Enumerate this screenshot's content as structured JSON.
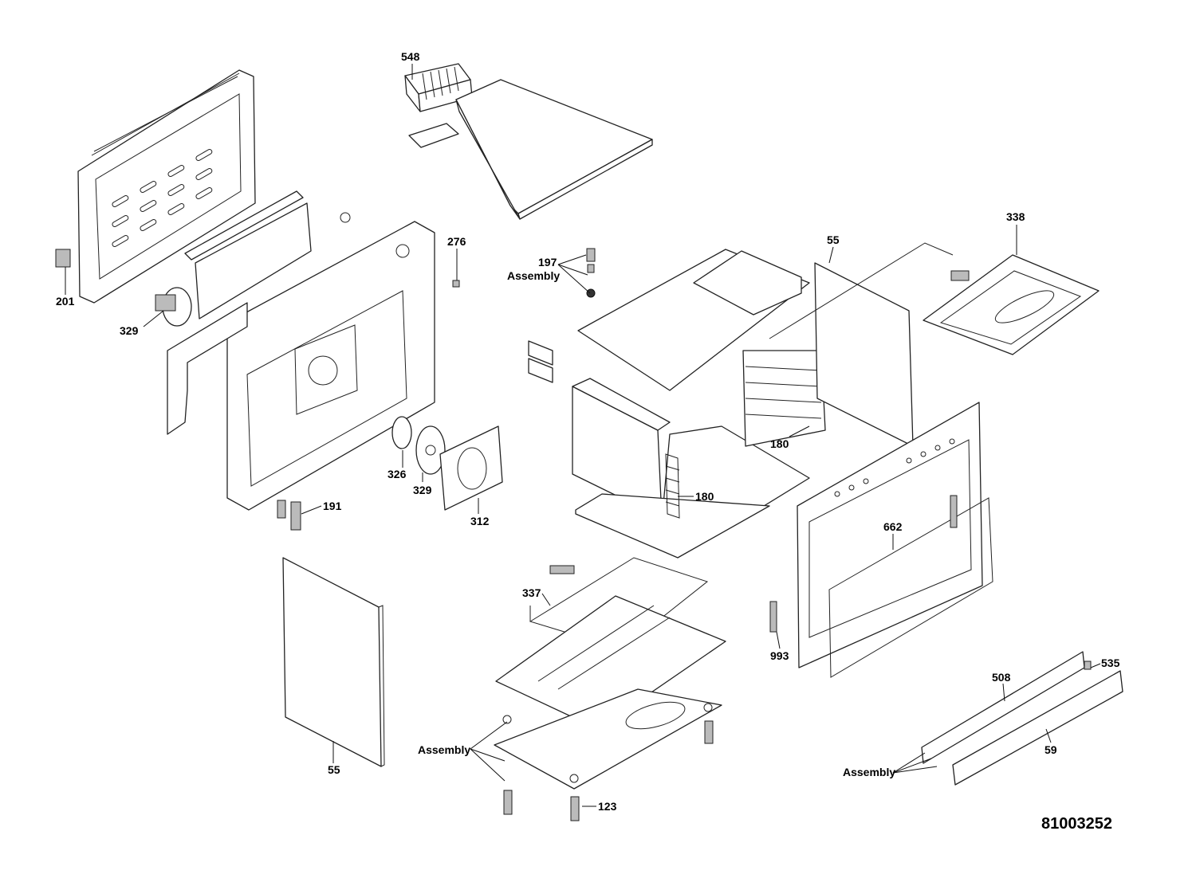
{
  "diagram": {
    "drawing_number": "81003252",
    "callouts": {
      "c548": "548",
      "c201": "201",
      "c329a": "329",
      "c276": "276",
      "c197": "197",
      "c197_assembly": "Assembly",
      "c55_top": "55",
      "c338": "338",
      "c180_right": "180",
      "c180_left": "180",
      "c326": "326",
      "c329b": "329",
      "c312": "312",
      "c191": "191",
      "c662": "662",
      "c337": "337",
      "c993": "993",
      "c55_bottom": "55",
      "c508": "508",
      "c535": "535",
      "c59": "59",
      "c_assembly_left": "Assembly",
      "c_assembly_right": "Assembly",
      "c123": "123"
    }
  }
}
